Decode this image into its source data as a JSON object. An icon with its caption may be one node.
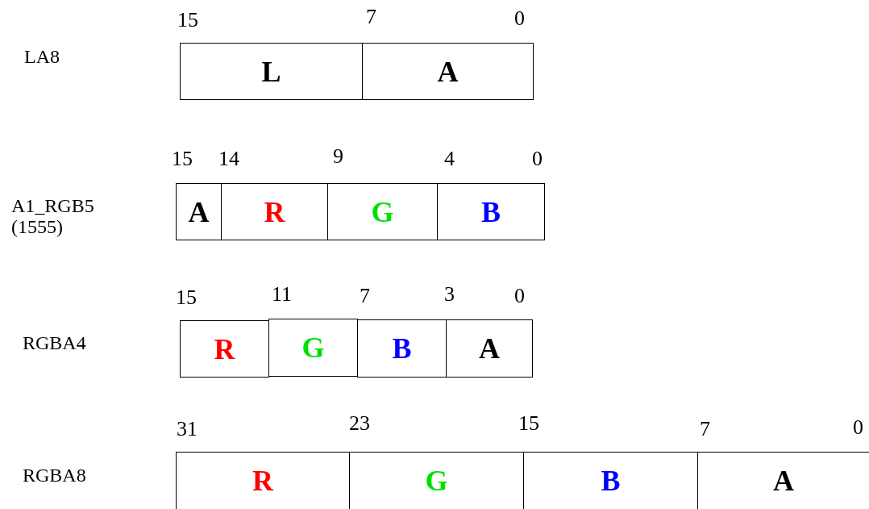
{
  "diagram": {
    "nodes": [
      {
        "text": [
          "L"
        ]
      },
      {
        "text": [
          "A"
        ]
      },
      {
        "text": [
          "A"
        ]
      },
      {
        "text": [
          "R"
        ]
      },
      {
        "text": [
          "G"
        ]
      },
      {
        "text": [
          "B"
        ]
      },
      {
        "text": [
          "R"
        ]
      },
      {
        "text": [
          "G"
        ]
      },
      {
        "text": [
          "B"
        ]
      },
      {
        "text": [
          "A"
        ]
      },
      {
        "text": [
          "R"
        ]
      },
      {
        "text": [
          "G"
        ]
      },
      {
        "text": [
          "B"
        ]
      },
      {
        "text": [
          "A"
        ]
      }
    ],
    "labels": [
      "15",
      "7",
      "0",
      "LA8",
      "15",
      "14",
      "9",
      "4",
      "0",
      "A1_RGB5 (1555)",
      "15",
      "11",
      "7",
      "3",
      "0",
      "RGBA4",
      "31",
      "23",
      "15",
      "7",
      "0",
      "RGBA8"
    ]
  }
}
